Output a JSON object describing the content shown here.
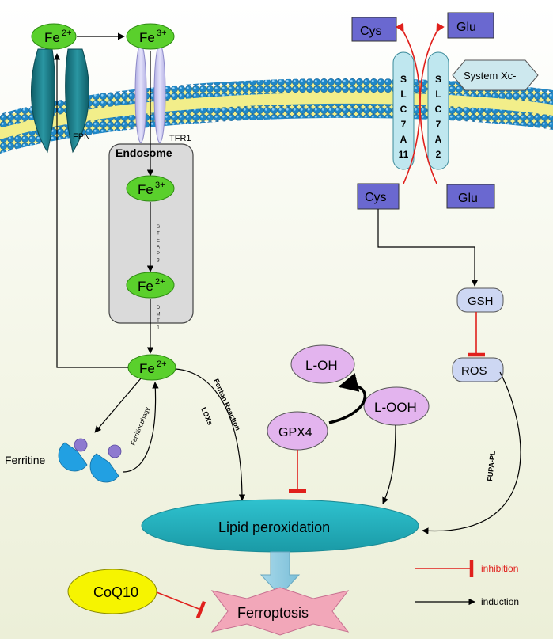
{
  "iron": {
    "fe2_top": {
      "base": "Fe",
      "charge": "2+"
    },
    "fe3_top": {
      "base": "Fe",
      "charge": "3+"
    },
    "fe3_endo": {
      "base": "Fe",
      "charge": "3+"
    },
    "fe2_endo": {
      "base": "Fe",
      "charge": "2+"
    },
    "fe2_main": {
      "base": "Fe",
      "charge": "2+"
    }
  },
  "labels": {
    "fpn": "FPN",
    "tfr1": "TFR1",
    "endosome": "Endosome",
    "steap3": [
      "S",
      "T",
      "E",
      "A",
      "P",
      "3"
    ],
    "dmt1": [
      "D",
      "M",
      "T",
      "1"
    ],
    "ferritine": "Ferritine",
    "ferritinophagy": "Ferritinophagy",
    "fenton": "Fenton Reaction",
    "loxs": "LOXs",
    "fupa": "FUPA-PL"
  },
  "system": {
    "cys_out": "Cys",
    "glu_out": "Glu",
    "cys_in": "Cys",
    "glu_in": "Glu",
    "slc7a11": [
      "S",
      "L",
      "C",
      "7",
      "A",
      "11"
    ],
    "slc7a2": [
      "S",
      "L",
      "C",
      "7",
      "A",
      "2"
    ],
    "system_xc": "System Xc-",
    "gsh": "GSH",
    "ros": "ROS"
  },
  "lipid": {
    "loh": "L-OH",
    "looh": "L-OOH",
    "gpx4": "GPX4",
    "lipid_perox": "Lipid peroxidation",
    "coq10": "CoQ10",
    "ferroptosis": "Ferroptosis"
  },
  "legend": {
    "inhibition": "inhibition",
    "induction": "induction"
  },
  "colors": {
    "fe_green": "#5ad02c",
    "membrane_blue": "#1f88c8",
    "membrane_yellow": "#f2ee8a",
    "fpn_teal": "#1a7a86",
    "tfr1_lilac": "#c9c7ee",
    "endosome_grey": "#dadada",
    "cys_glu_purple": "#6a68d0",
    "slc_cyan": "#bfe7ef",
    "node_blue": "#cdd7f3",
    "lipid_pink": "#e3b4ee",
    "lipid_teal": "#23b2bf",
    "coq10_yellow": "#f6f400",
    "ferroptosis_pink": "#f2a7b9",
    "inhibit_red": "#e0201c",
    "ferritin_blue": "#22a0e2"
  }
}
